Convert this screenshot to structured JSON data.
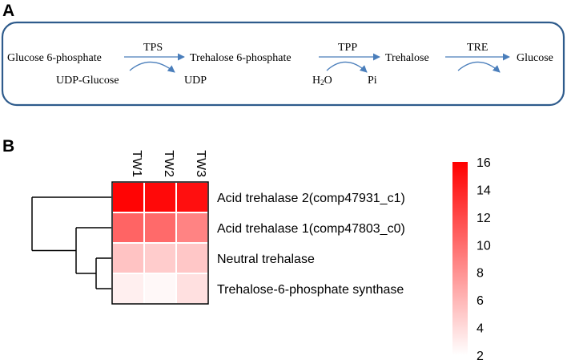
{
  "panel_a": {
    "label": "A",
    "pathway": {
      "glucose6p": "Glucose 6-phosphate",
      "tps": "TPS",
      "trehalose6p": "Trehalose 6-phosphate",
      "udp_glucose": "UDP-Glucose",
      "udp": "UDP",
      "tpp": "TPP",
      "trehalose": "Trehalose",
      "h2o_main": "H",
      "h2o_sub": "2",
      "h2o_end": "O",
      "pi": "Pi",
      "tre": "TRE",
      "glucose": "Glucose"
    },
    "arrow_color": "#4a7ebb",
    "box_color": "#2e5b8c"
  },
  "panel_b": {
    "label": "B",
    "colorscale": {
      "low": "#ffffff",
      "high": "#ff0000"
    }
  },
  "chart_data": {
    "type": "heatmap",
    "columns": [
      "TW1",
      "TW2",
      "TW3"
    ],
    "rows": [
      "Acid trehalase 2(comp47931_c1)",
      "Acid trehalase 1(comp47803_c0)",
      "Neutral trehalase",
      "Trehalose-6-phosphate synthase"
    ],
    "values": [
      [
        15.8,
        15.5,
        15.2
      ],
      [
        10.5,
        10.2,
        8.8
      ],
      [
        5.3,
        4.8,
        5.1
      ],
      [
        2.9,
        2.4,
        3.7
      ]
    ],
    "colorbar": {
      "min": 2,
      "max": 16,
      "ticks": [
        2,
        4,
        6,
        8,
        10,
        12,
        14,
        16
      ]
    },
    "dendrogram": "rows"
  }
}
